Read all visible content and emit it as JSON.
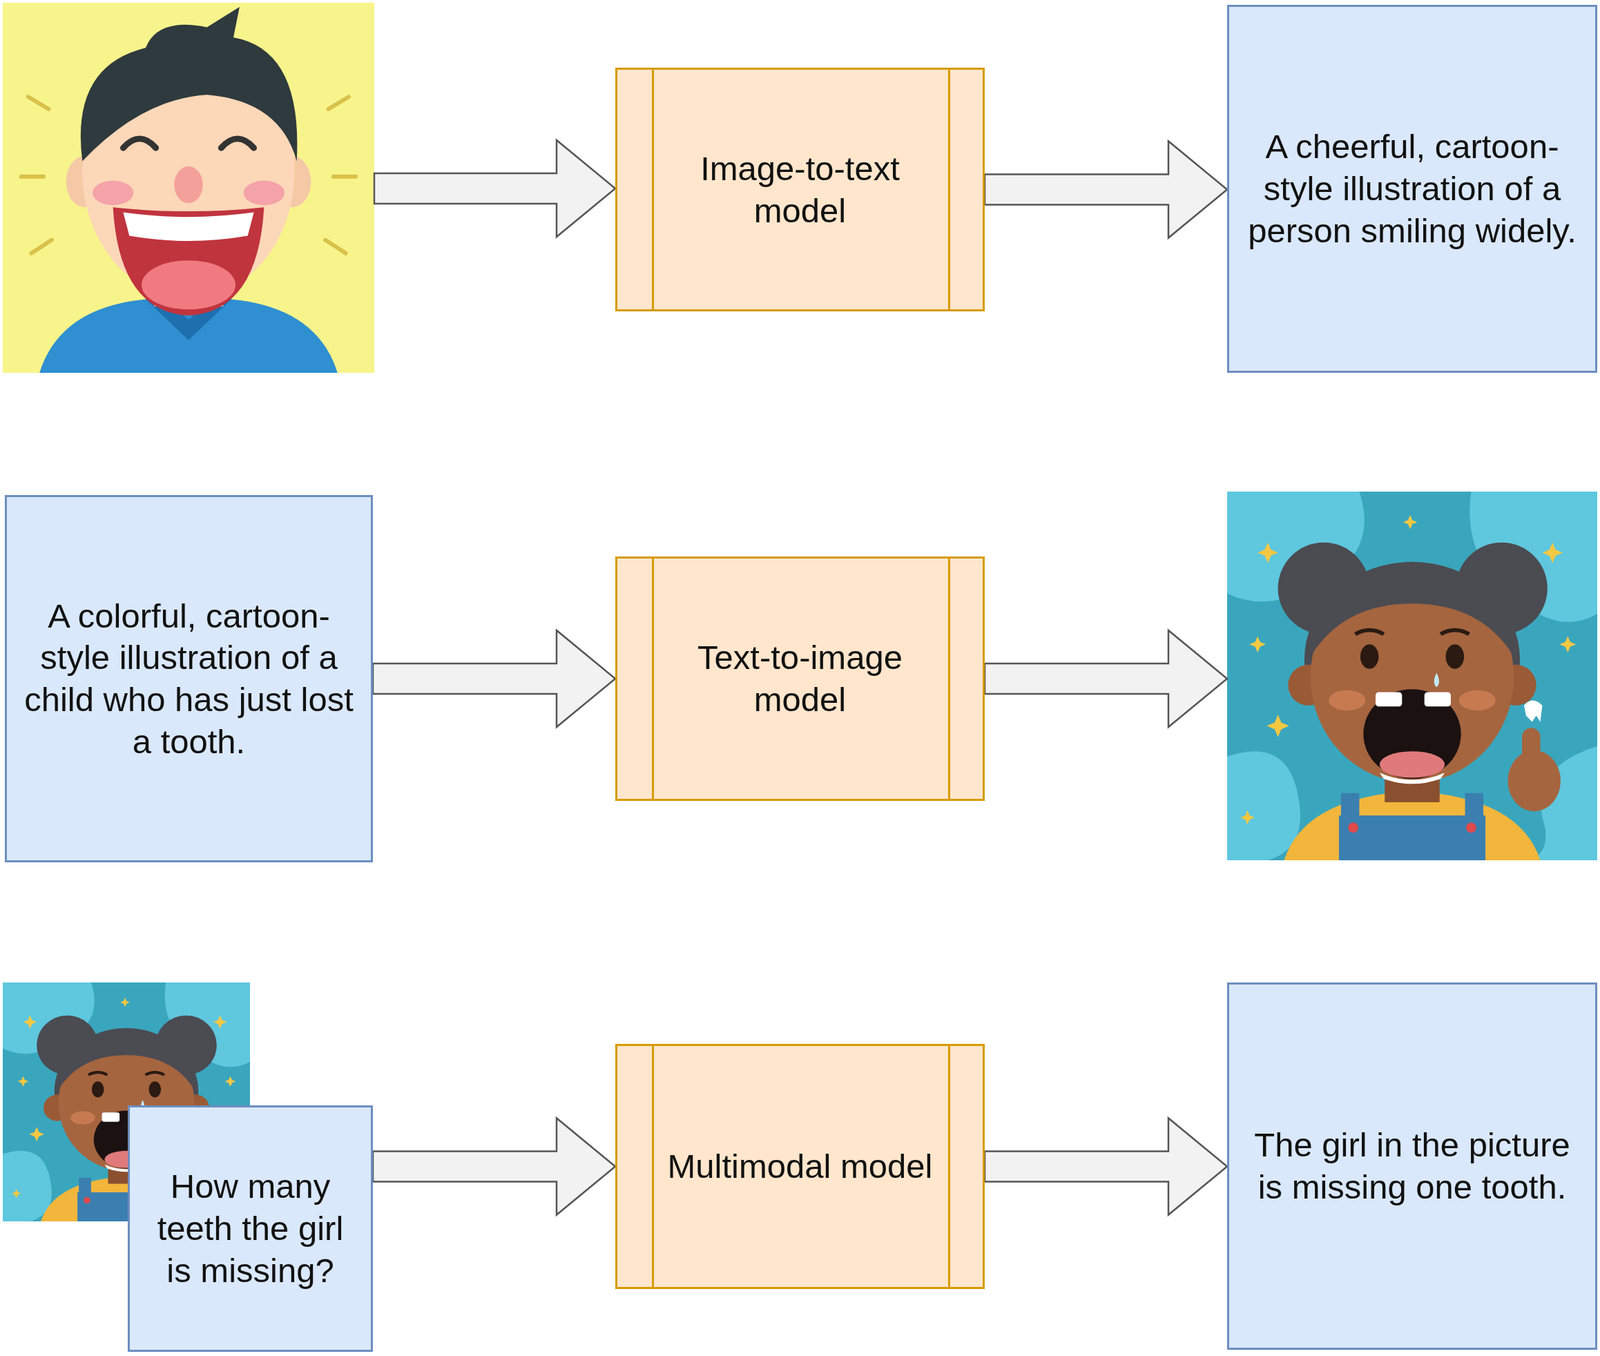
{
  "diagram": {
    "nodes": [
      {
        "text": [
          "Image-to-text model"
        ]
      },
      {
        "text": [
          "A cheerful, cartoon-style illustration of a person smiling widely."
        ]
      },
      {
        "text": [
          "A colorful, cartoon-style illustration of a child who has just lost a tooth."
        ]
      },
      {
        "text": [
          "Text-to-image model"
        ]
      },
      {
        "text": [
          "How many teeth the girl is missing?"
        ]
      },
      {
        "text": [
          "Multimodal model"
        ]
      },
      {
        "text": [
          "The girl in the picture is missing one tooth."
        ]
      }
    ],
    "edges": [
      {
        "from": 0,
        "to": 1,
        "arrow": "to"
      },
      {
        "from": 2,
        "to": 3,
        "arrow": "to"
      },
      {
        "from": 4,
        "to": 5,
        "arrow": "to"
      },
      {
        "from": 5,
        "to": 6,
        "arrow": "to"
      }
    ]
  }
}
